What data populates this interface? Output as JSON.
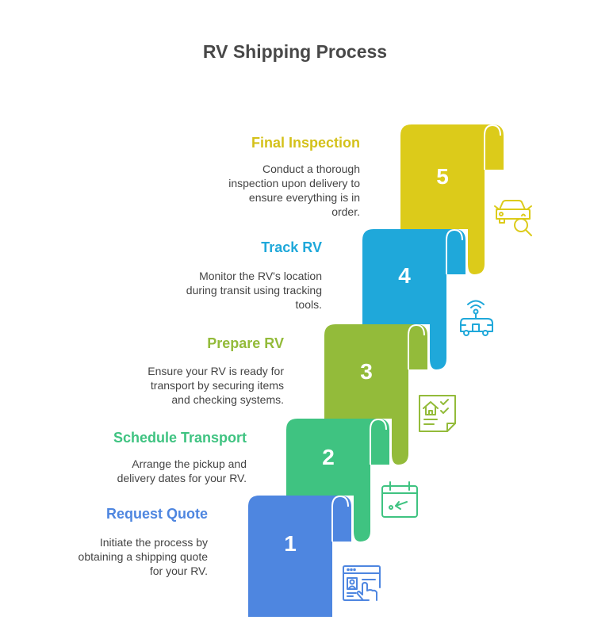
{
  "title": "RV Shipping Process",
  "steps": [
    {
      "number": "1",
      "title": "Request Quote",
      "description": "Initiate the process by obtaining a shipping quote for your RV.",
      "desc_lines": [
        "Initiate the process by",
        "obtaining a shipping quote",
        "for your RV."
      ],
      "color": "#4E86E0",
      "icon": "web-form-hand-icon"
    },
    {
      "number": "2",
      "title": "Schedule Transport",
      "description": "Arrange the pickup and delivery dates for your RV.",
      "desc_lines": [
        "Arrange the pickup and",
        "delivery dates for your RV."
      ],
      "color": "#3FC381",
      "icon": "calendar-arrow-icon"
    },
    {
      "number": "3",
      "title": "Prepare RV",
      "description": "Ensure your RV is ready for transport by securing items and checking systems.",
      "desc_lines": [
        "Ensure your RV is ready for",
        "transport by securing items",
        "and checking systems."
      ],
      "color": "#93BB3A",
      "icon": "house-checklist-icon"
    },
    {
      "number": "4",
      "title": "Track RV",
      "description": "Monitor the RV's location during transit using tracking tools.",
      "desc_lines": [
        "Monitor the RV's location",
        "during transit using tracking",
        "tools."
      ],
      "color": "#1FA8DA",
      "icon": "rv-signal-icon"
    },
    {
      "number": "5",
      "title": "Final Inspection",
      "description": "Conduct a thorough inspection upon delivery to ensure everything is in order.",
      "desc_lines": [
        "Conduct a thorough",
        "inspection upon delivery to",
        "ensure everything is in",
        "order."
      ],
      "color": "#DCCB1A",
      "icon": "car-magnifier-icon"
    }
  ]
}
